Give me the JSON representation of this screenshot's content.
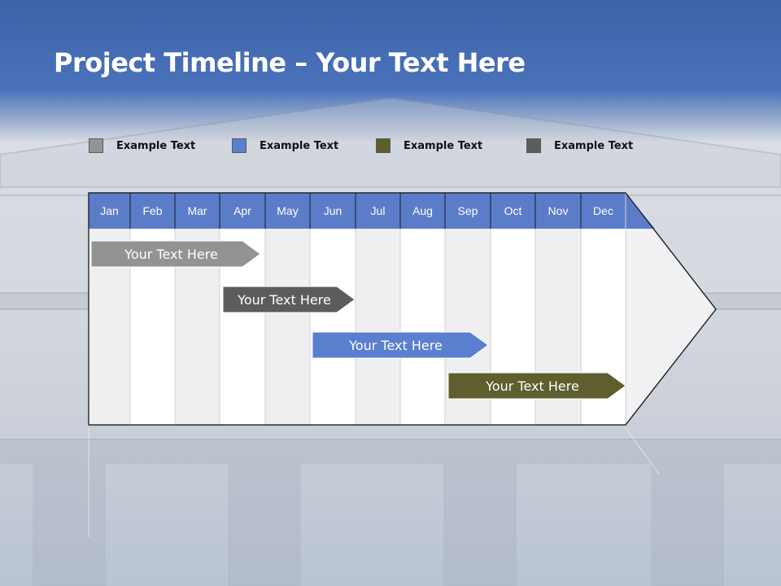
{
  "title": {
    "bold": "Project Timeline",
    "rest": " – Your Text Here"
  },
  "legend": [
    {
      "label": "Example Text",
      "color": "#939393"
    },
    {
      "label": "Example Text",
      "color": "#5a7fcf"
    },
    {
      "label": "Example Text",
      "color": "#5e5e2e"
    },
    {
      "label": "Example Text",
      "color": "#5c5c5c"
    }
  ],
  "months": [
    "Jan",
    "Feb",
    "Mar",
    "Apr",
    "May",
    "Jun",
    "Jul",
    "Aug",
    "Sep",
    "Oct",
    "Nov",
    "Dec"
  ],
  "tasks": [
    {
      "label": "Your  Text Here",
      "start_month": "Jan",
      "end_month": "Apr",
      "color": "#939393"
    },
    {
      "label": "Your  Text Here",
      "start_month": "Apr",
      "end_month": "Jun",
      "color": "#5c5c5c"
    },
    {
      "label": "Your  Text Here",
      "start_month": "Jun",
      "end_month": "Sep",
      "color": "#5a7fcf"
    },
    {
      "label": "Your  Text Here",
      "start_month": "Sep",
      "end_month": "Dec",
      "color": "#5e5e2e"
    }
  ],
  "colors": {
    "header": "#5b7dc9",
    "border": "#1a1a1a"
  }
}
